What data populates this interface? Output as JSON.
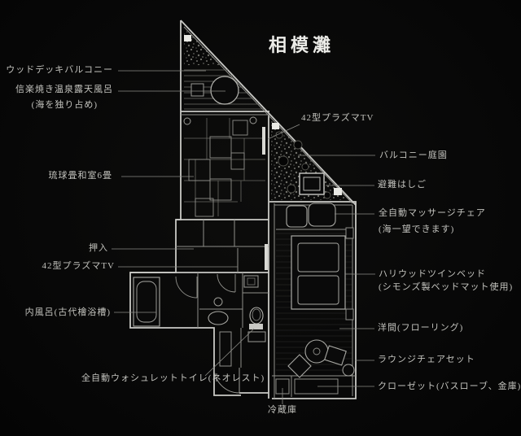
{
  "title": "相模灘",
  "colors": {
    "background": "#0a0a0a",
    "line": "#a8a8a3",
    "wall": "#c9c9c5",
    "dim_line": "#64645f",
    "label_text": "#c2c2bd",
    "highlight": "#e9e9e4"
  },
  "labels": {
    "wood_deck": "ウッドデッキバルコニー",
    "open_air_bath": "信楽焼き温泉露天風呂",
    "open_air_bath_note": "(海を独り占め)",
    "tatami_room": "琉球畳和室6畳",
    "oshiire": "押入",
    "plasma_tv_left": "42型プラズマTV",
    "indoor_bath": "内風呂(古代檜浴槽)",
    "washlet_toilet": "全自動ウォシュレットトイレ(ネオレスト)",
    "refrigerator": "冷蔵庫",
    "plasma_tv_right": "42型プラズマTV",
    "balcony_garden": "バルコニー庭園",
    "escape_ladder": "避難はしご",
    "massage_chair": "全自動マッサージチェア",
    "massage_chair_note": "(海一望できます)",
    "twin_bed": "ハリウッドツインベッド",
    "twin_bed_note": "(シモンズ製ベッドマット使用)",
    "western_room": "洋間(フローリング)",
    "lounge_chair": "ラウンジチェアセット",
    "closet": "クローゼット(バスローブ、金庫)"
  },
  "fixtures": [
    "open-air-bath-icon",
    "bathtub-icon",
    "washbasin-icon",
    "toilet-icon",
    "escape-ladder-icon",
    "massage-chair-icon",
    "twin-beds-icon",
    "tv-icon",
    "round-table-icon",
    "lounge-chair-icon",
    "refrigerator-icon",
    "entrance-door-icon",
    "garden-light-icon"
  ]
}
